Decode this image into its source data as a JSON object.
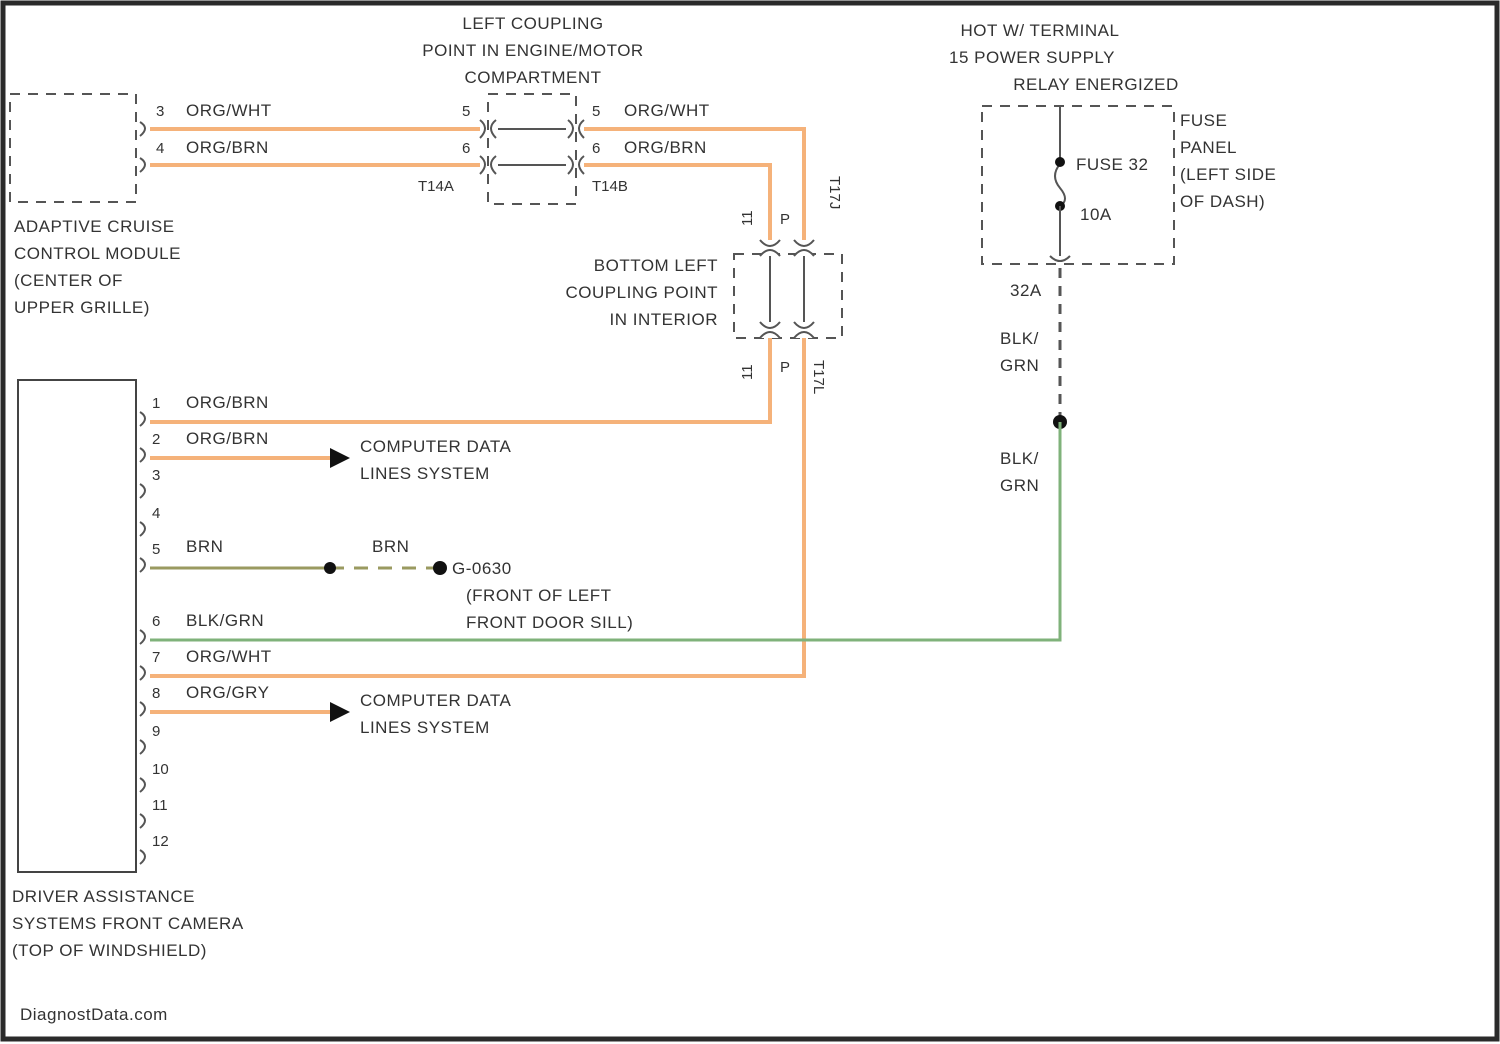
{
  "components": {
    "acc_module": [
      "ADAPTIVE CRUISE",
      "CONTROL MODULE",
      "(CENTER OF",
      "UPPER GRILLE)"
    ],
    "left_coupling": [
      "LEFT COUPLING",
      "POINT IN ENGINE/MOTOR",
      "COMPARTMENT"
    ],
    "bottom_coupling": [
      "BOTTOM LEFT",
      "COUPLING POINT",
      "IN INTERIOR"
    ],
    "hot_terminal": [
      "HOT W/ TERMINAL",
      "15 POWER SUPPLY",
      "RELAY ENERGIZED"
    ],
    "fuse_panel": [
      "FUSE",
      "PANEL",
      "(LEFT SIDE",
      "OF DASH)"
    ],
    "camera": [
      "DRIVER ASSISTANCE",
      "SYSTEMS FRONT CAMERA",
      "(TOP OF WINDSHIELD)"
    ],
    "ground": [
      "G-0630",
      "(FRONT OF LEFT",
      "FRONT DOOR SILL)"
    ]
  },
  "fuse": {
    "name": "FUSE 32",
    "rating": "10A",
    "terminal": "32A"
  },
  "connectors": {
    "t14a": "T14A",
    "t14b": "T14B",
    "t17j": "T17J",
    "t17l": "T17L"
  },
  "acc_pins": [
    {
      "pin": "3",
      "wire": "ORG/WHT"
    },
    {
      "pin": "4",
      "wire": "ORG/BRN"
    }
  ],
  "coupling_pins": {
    "left_in": [
      "5",
      "6"
    ],
    "right_in": [
      "5",
      "6"
    ],
    "right_wires": [
      "ORG/WHT",
      "ORG/BRN"
    ],
    "bottom_top": [
      "11",
      "P"
    ],
    "bottom_bottom": [
      "11",
      "P"
    ]
  },
  "camera_pins": [
    {
      "pin": "1",
      "wire": "ORG/BRN"
    },
    {
      "pin": "2",
      "wire": "ORG/BRN"
    },
    {
      "pin": "3",
      "wire": ""
    },
    {
      "pin": "4",
      "wire": ""
    },
    {
      "pin": "5",
      "wire": "BRN"
    },
    {
      "pin": "6",
      "wire": "BLK/GRN"
    },
    {
      "pin": "7",
      "wire": "ORG/WHT"
    },
    {
      "pin": "8",
      "wire": "ORG/GRY"
    },
    {
      "pin": "9",
      "wire": ""
    },
    {
      "pin": "10",
      "wire": ""
    },
    {
      "pin": "11",
      "wire": ""
    },
    {
      "pin": "12",
      "wire": ""
    }
  ],
  "wires": {
    "brn_mid": "BRN",
    "blk_grn_1": [
      "BLK/",
      "GRN"
    ],
    "blk_grn_2": [
      "BLK/",
      "GRN"
    ]
  },
  "references": {
    "computer_data_1": [
      "COMPUTER DATA",
      "LINES SYSTEM"
    ],
    "computer_data_2": [
      "COMPUTER DATA",
      "LINES SYSTEM"
    ]
  },
  "watermark": "DiagnostData.com",
  "colors": {
    "orange_wire": "#f5b27a",
    "green_wire": "#7fb27a",
    "brown_wire": "#9a9a60"
  }
}
